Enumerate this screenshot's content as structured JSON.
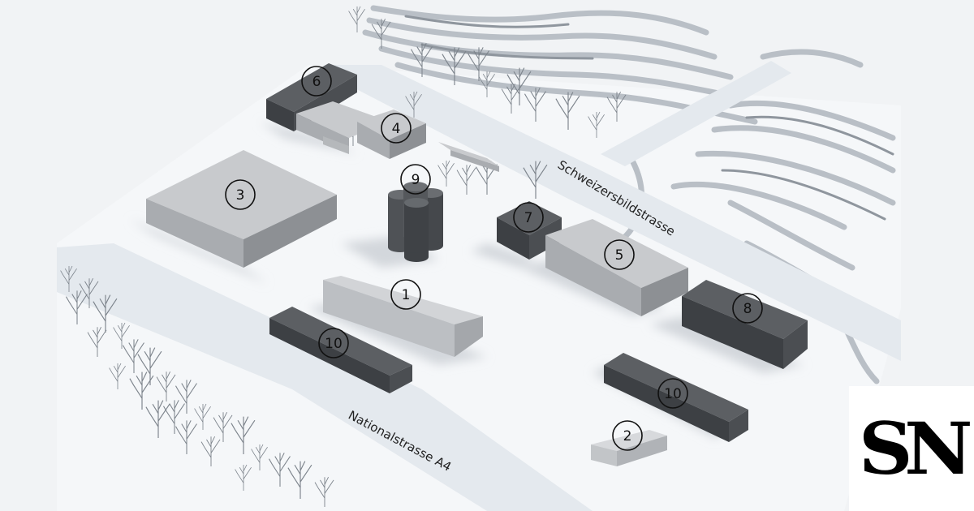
{
  "roads": {
    "national": "Nationalstrasse A4",
    "schweizersbild": "Schweizersbildstrasse"
  },
  "markers": [
    {
      "id": "m1",
      "label": "1"
    },
    {
      "id": "m2",
      "label": "2"
    },
    {
      "id": "m3",
      "label": "3"
    },
    {
      "id": "m4",
      "label": "4"
    },
    {
      "id": "m5",
      "label": "5"
    },
    {
      "id": "m6",
      "label": "6"
    },
    {
      "id": "m7",
      "label": "7"
    },
    {
      "id": "m8",
      "label": "8"
    },
    {
      "id": "m9",
      "label": "9"
    },
    {
      "id": "m10a",
      "label": "10"
    },
    {
      "id": "m10b",
      "label": "10"
    }
  ],
  "logo": {
    "text": "SN"
  },
  "colors": {
    "ground": "#f1f3f5",
    "road": "#e4e9ee",
    "light_building_top": "#c8cacd",
    "light_building_side": "#a9acb0",
    "dark_building_top": "#5c5f63",
    "dark_building_side": "#3d4044"
  }
}
